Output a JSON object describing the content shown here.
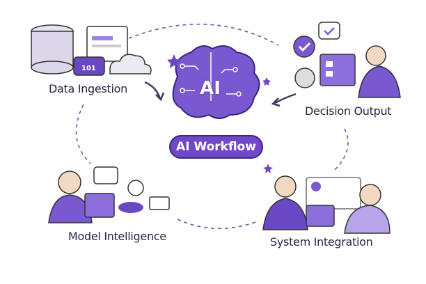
{
  "center": {
    "brain_text": "AI",
    "title": "AI Workflow"
  },
  "nodes": [
    {
      "label": "Data Ingestion",
      "icon": "database-icon",
      "badge": "101"
    },
    {
      "label": "Decision Output",
      "icon": "checklist-icon"
    },
    {
      "label": "Model Intelligence",
      "icon": "person-laptop-icon"
    },
    {
      "label": "System Integration",
      "icon": "team-collaboration-icon"
    }
  ],
  "colors": {
    "accent": "#7048c8",
    "dark": "#3b2580",
    "light": "#b9a4ec",
    "text": "#2a2540"
  }
}
